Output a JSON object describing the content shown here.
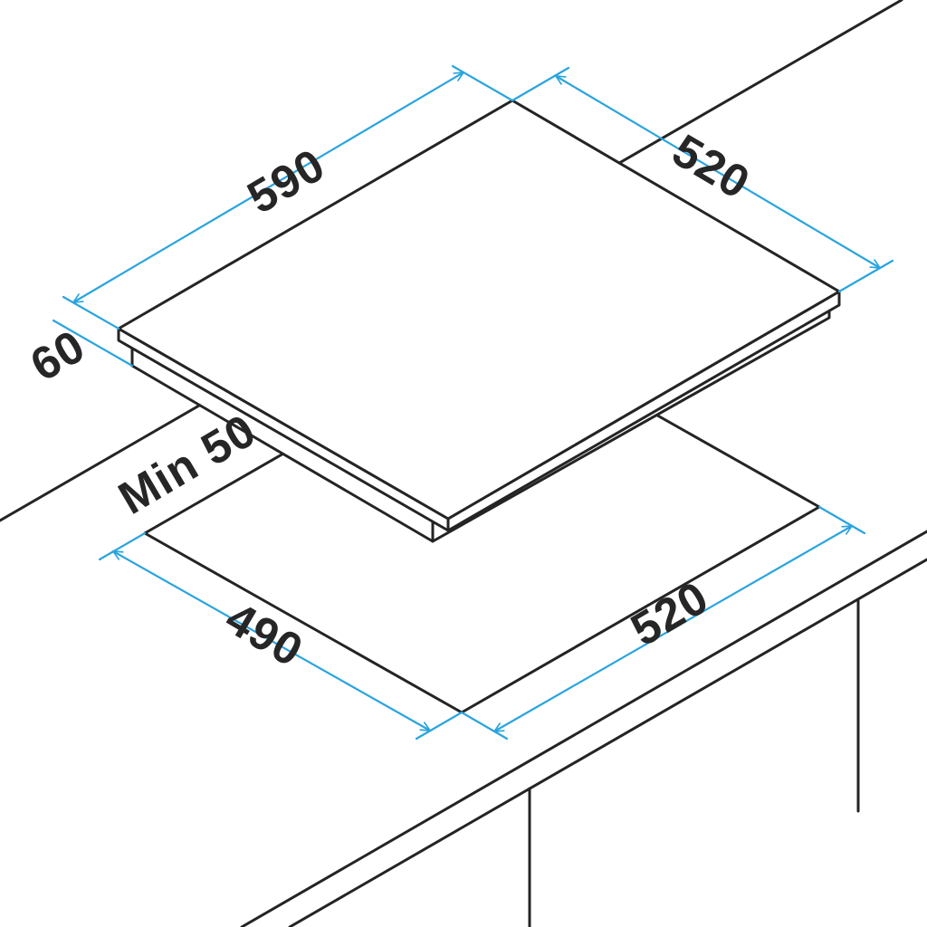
{
  "diagram": {
    "kind": "hob-installation-dimension-drawing",
    "unit": "mm",
    "colors": {
      "outline": "#242424",
      "dimension_accent": "#2aa4de",
      "surface": "#ffffff",
      "label_text": "#262626"
    },
    "dimensions": {
      "hob_width": {
        "label": "590"
      },
      "hob_depth": {
        "label": "520"
      },
      "hob_height": {
        "label": "60"
      },
      "rear_clearance": {
        "label": "Min 50"
      },
      "cutout_depth": {
        "label": "490"
      },
      "cutout_width": {
        "label": "520"
      }
    }
  }
}
